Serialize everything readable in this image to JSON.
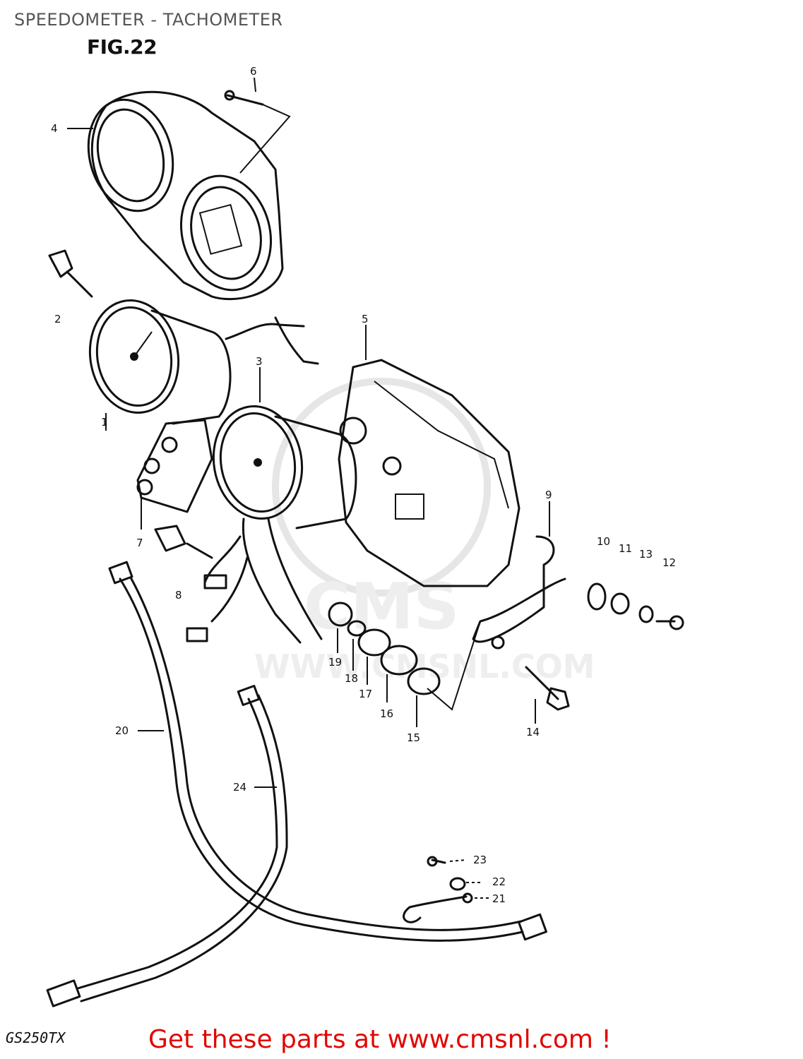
{
  "header": {
    "title": "SPEEDOMETER - TACHOMETER",
    "figure": "FIG.22"
  },
  "footer": {
    "model": "GS250TX",
    "promo": "Get these parts at www.cmsnl.com !"
  },
  "watermark": {
    "brand": "CMS",
    "url": "WWW.CMSNL.COM"
  },
  "callouts": [
    "1",
    "2",
    "3",
    "4",
    "5",
    "6",
    "7",
    "8",
    "9",
    "10",
    "11",
    "12",
    "13",
    "14",
    "15",
    "16",
    "17",
    "18",
    "19",
    "20",
    "21",
    "22",
    "23",
    "24"
  ],
  "colors": {
    "promo": "#e10600",
    "title": "#555555",
    "lines": "#111111"
  }
}
